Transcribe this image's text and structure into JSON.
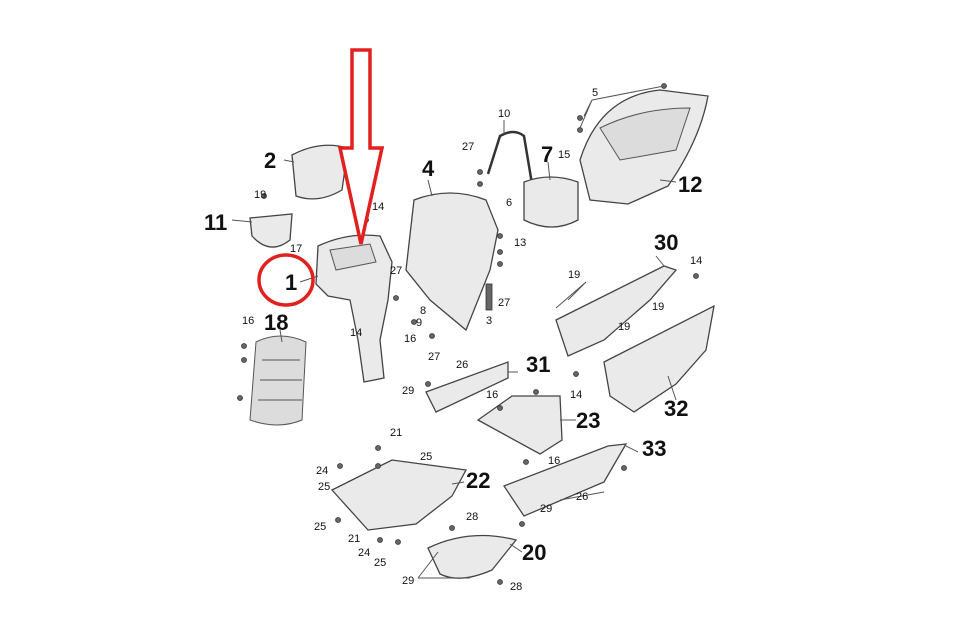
{
  "highlight_color": "#e0211f",
  "highlighted_part": "1",
  "part_numbers": {
    "p1": "1",
    "p2": "2",
    "p4": "4",
    "p7": "7",
    "p11": "11",
    "p12": "12",
    "p18": "18",
    "p20": "20",
    "p22": "22",
    "p23": "23",
    "p30": "30",
    "p31": "31",
    "p32": "32",
    "p33": "33"
  },
  "small_labels": {
    "s3": "3",
    "s5": "5",
    "s6": "6",
    "s8": "8",
    "s9": "9",
    "s10": "10",
    "s13": "13",
    "s14": "14",
    "s15": "15",
    "s16": "16",
    "s17": "17",
    "s19": "19",
    "s21": "21",
    "s24": "24",
    "s25": "25",
    "s26": "26",
    "s27": "27",
    "s28": "28",
    "s29": "29"
  }
}
